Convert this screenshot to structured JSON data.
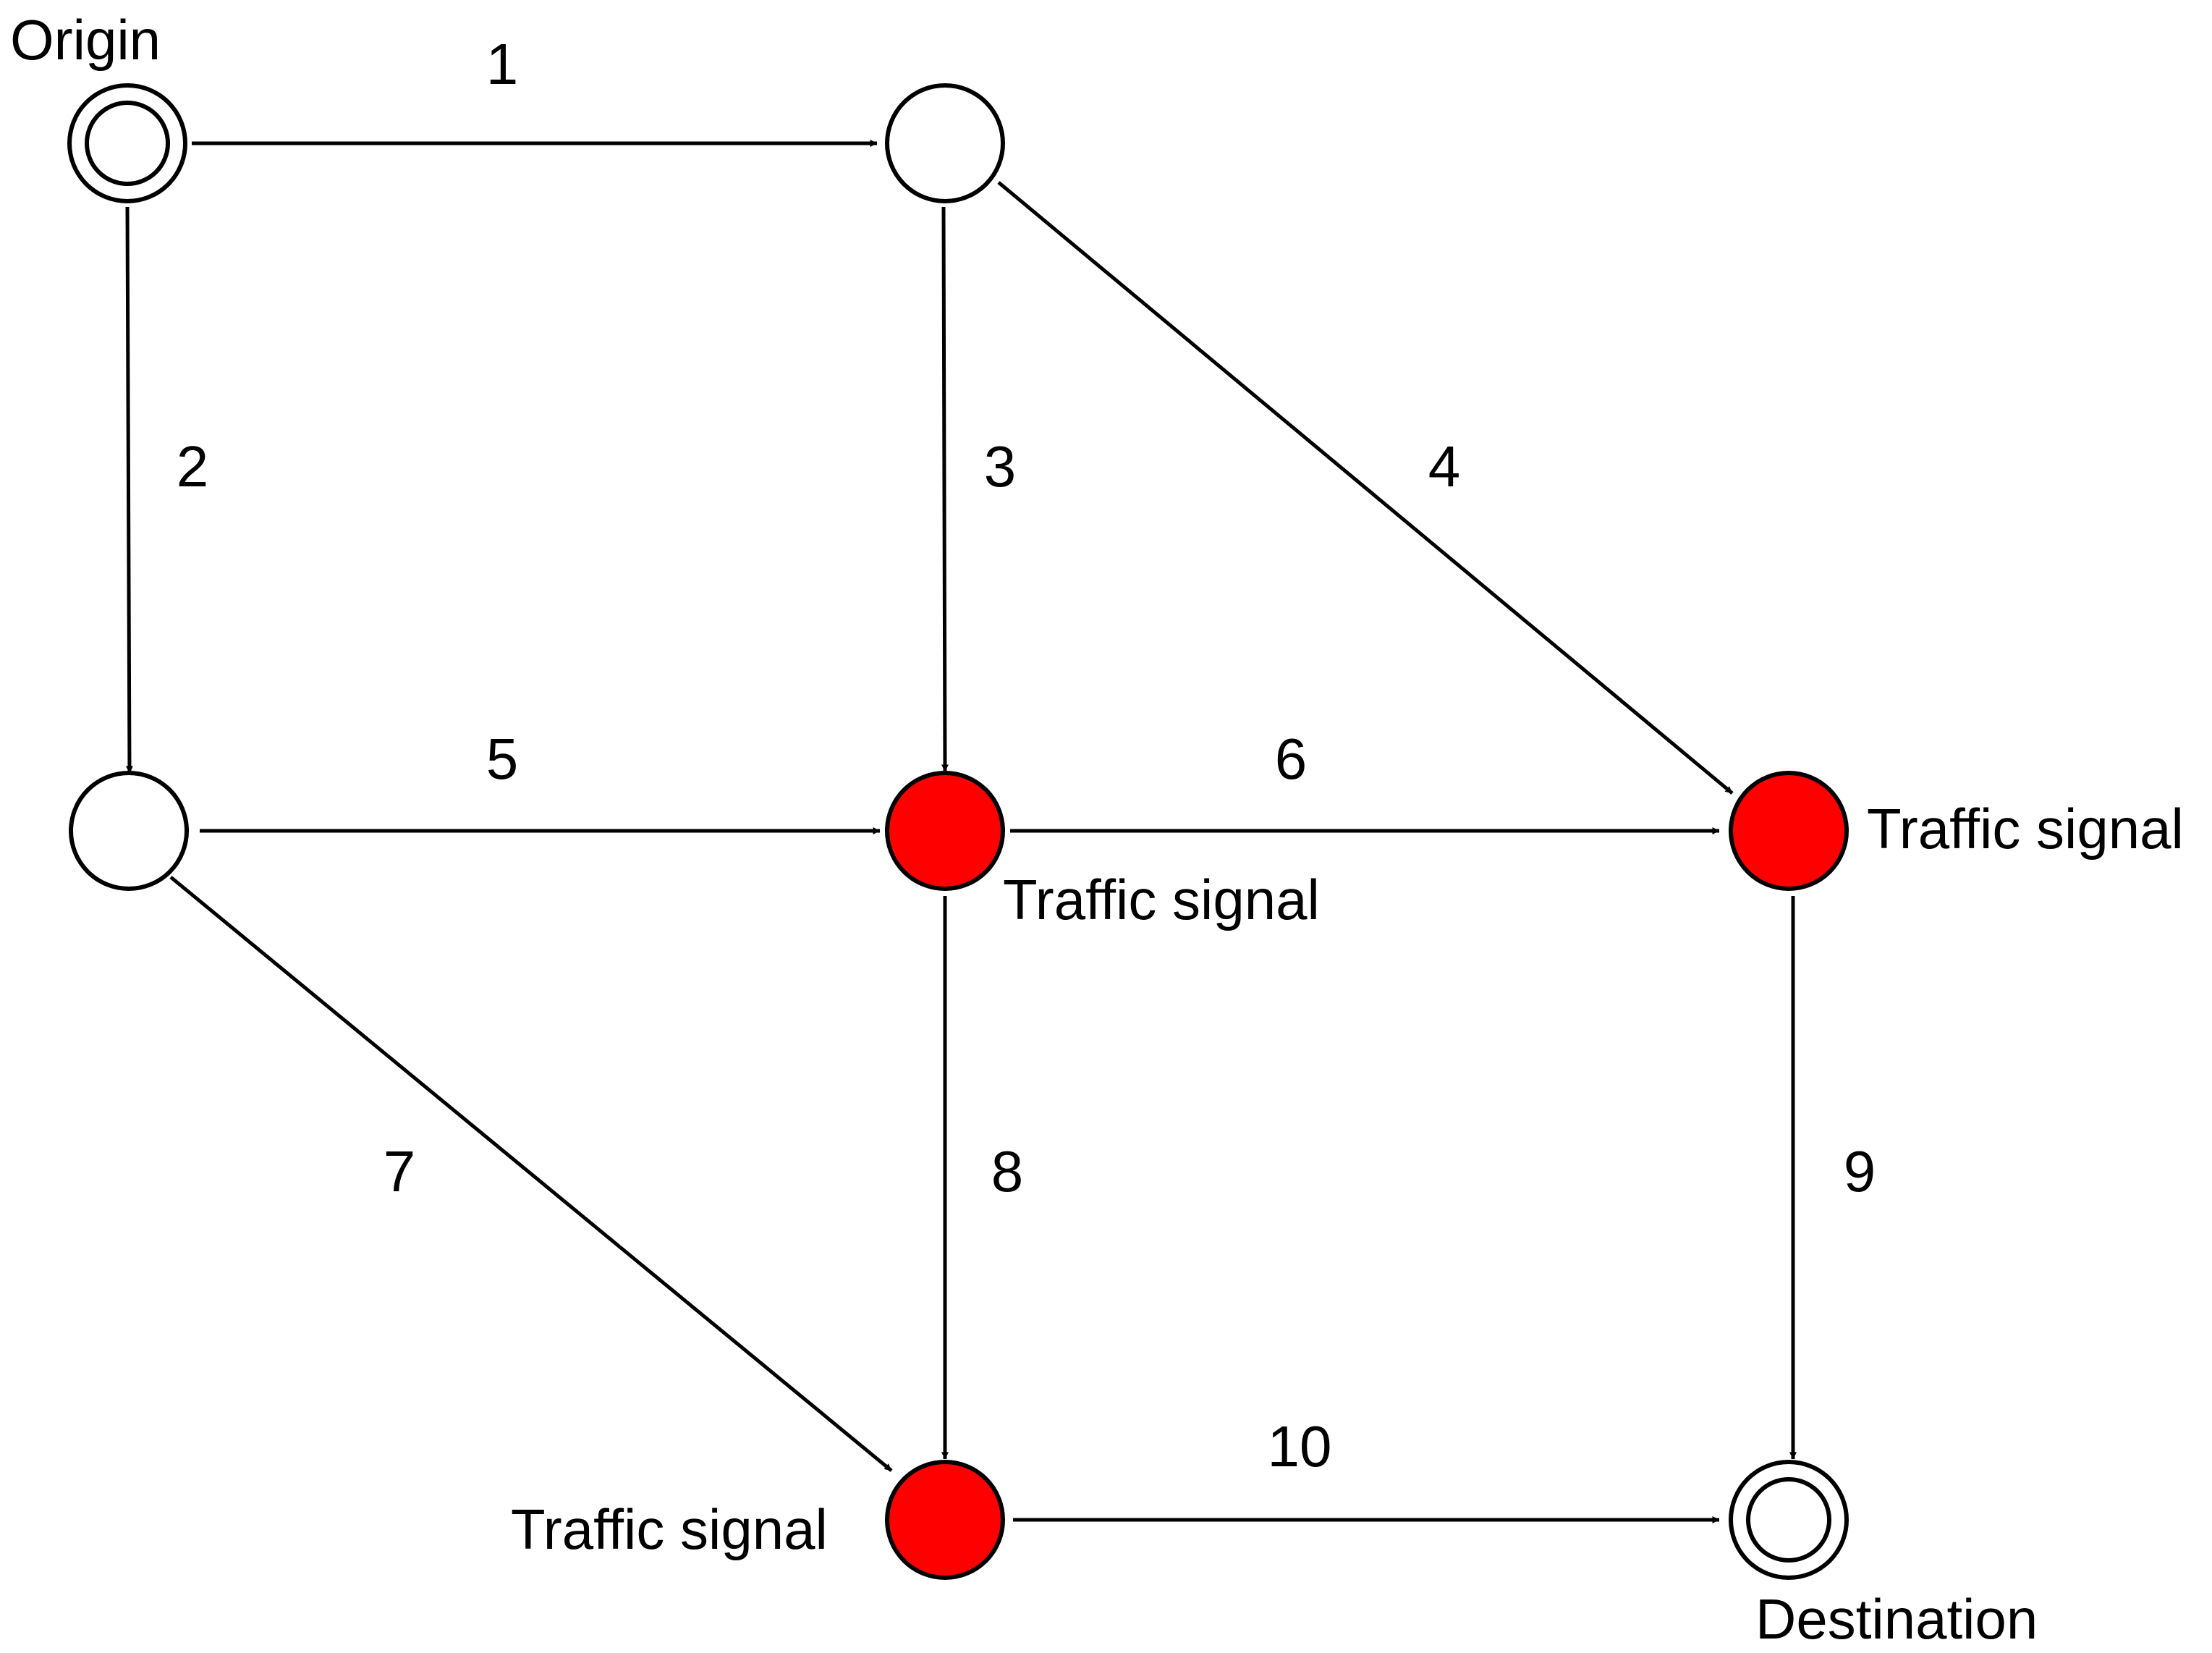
{
  "colors": {
    "plain_node": "#ffffff",
    "signal_node": "#ff0000",
    "line": "#000000"
  },
  "labels": {
    "origin": "Origin",
    "destination": "Destination",
    "signal_1": "Traffic signal",
    "signal_2": "Traffic signal",
    "signal_3": "Traffic signal"
  },
  "nodes": [
    {
      "id": "origin",
      "kind": "terminal",
      "caption": "Origin"
    },
    {
      "id": "n_top",
      "kind": "plain"
    },
    {
      "id": "n_left",
      "kind": "plain"
    },
    {
      "id": "n_center",
      "kind": "signal",
      "caption": "Traffic signal"
    },
    {
      "id": "n_right",
      "kind": "signal",
      "caption": "Traffic signal"
    },
    {
      "id": "n_bottom",
      "kind": "signal",
      "caption": "Traffic signal"
    },
    {
      "id": "destination",
      "kind": "terminal",
      "caption": "Destination"
    }
  ],
  "edges": [
    {
      "label": "1",
      "from": "origin",
      "to": "n_top"
    },
    {
      "label": "2",
      "from": "origin",
      "to": "n_left"
    },
    {
      "label": "3",
      "from": "n_top",
      "to": "n_center"
    },
    {
      "label": "4",
      "from": "n_top",
      "to": "n_right"
    },
    {
      "label": "5",
      "from": "n_left",
      "to": "n_center"
    },
    {
      "label": "6",
      "from": "n_center",
      "to": "n_right"
    },
    {
      "label": "7",
      "from": "n_left",
      "to": "n_bottom"
    },
    {
      "label": "8",
      "from": "n_center",
      "to": "n_bottom"
    },
    {
      "label": "9",
      "from": "n_right",
      "to": "destination"
    },
    {
      "label": "10",
      "from": "n_bottom",
      "to": "destination"
    }
  ]
}
